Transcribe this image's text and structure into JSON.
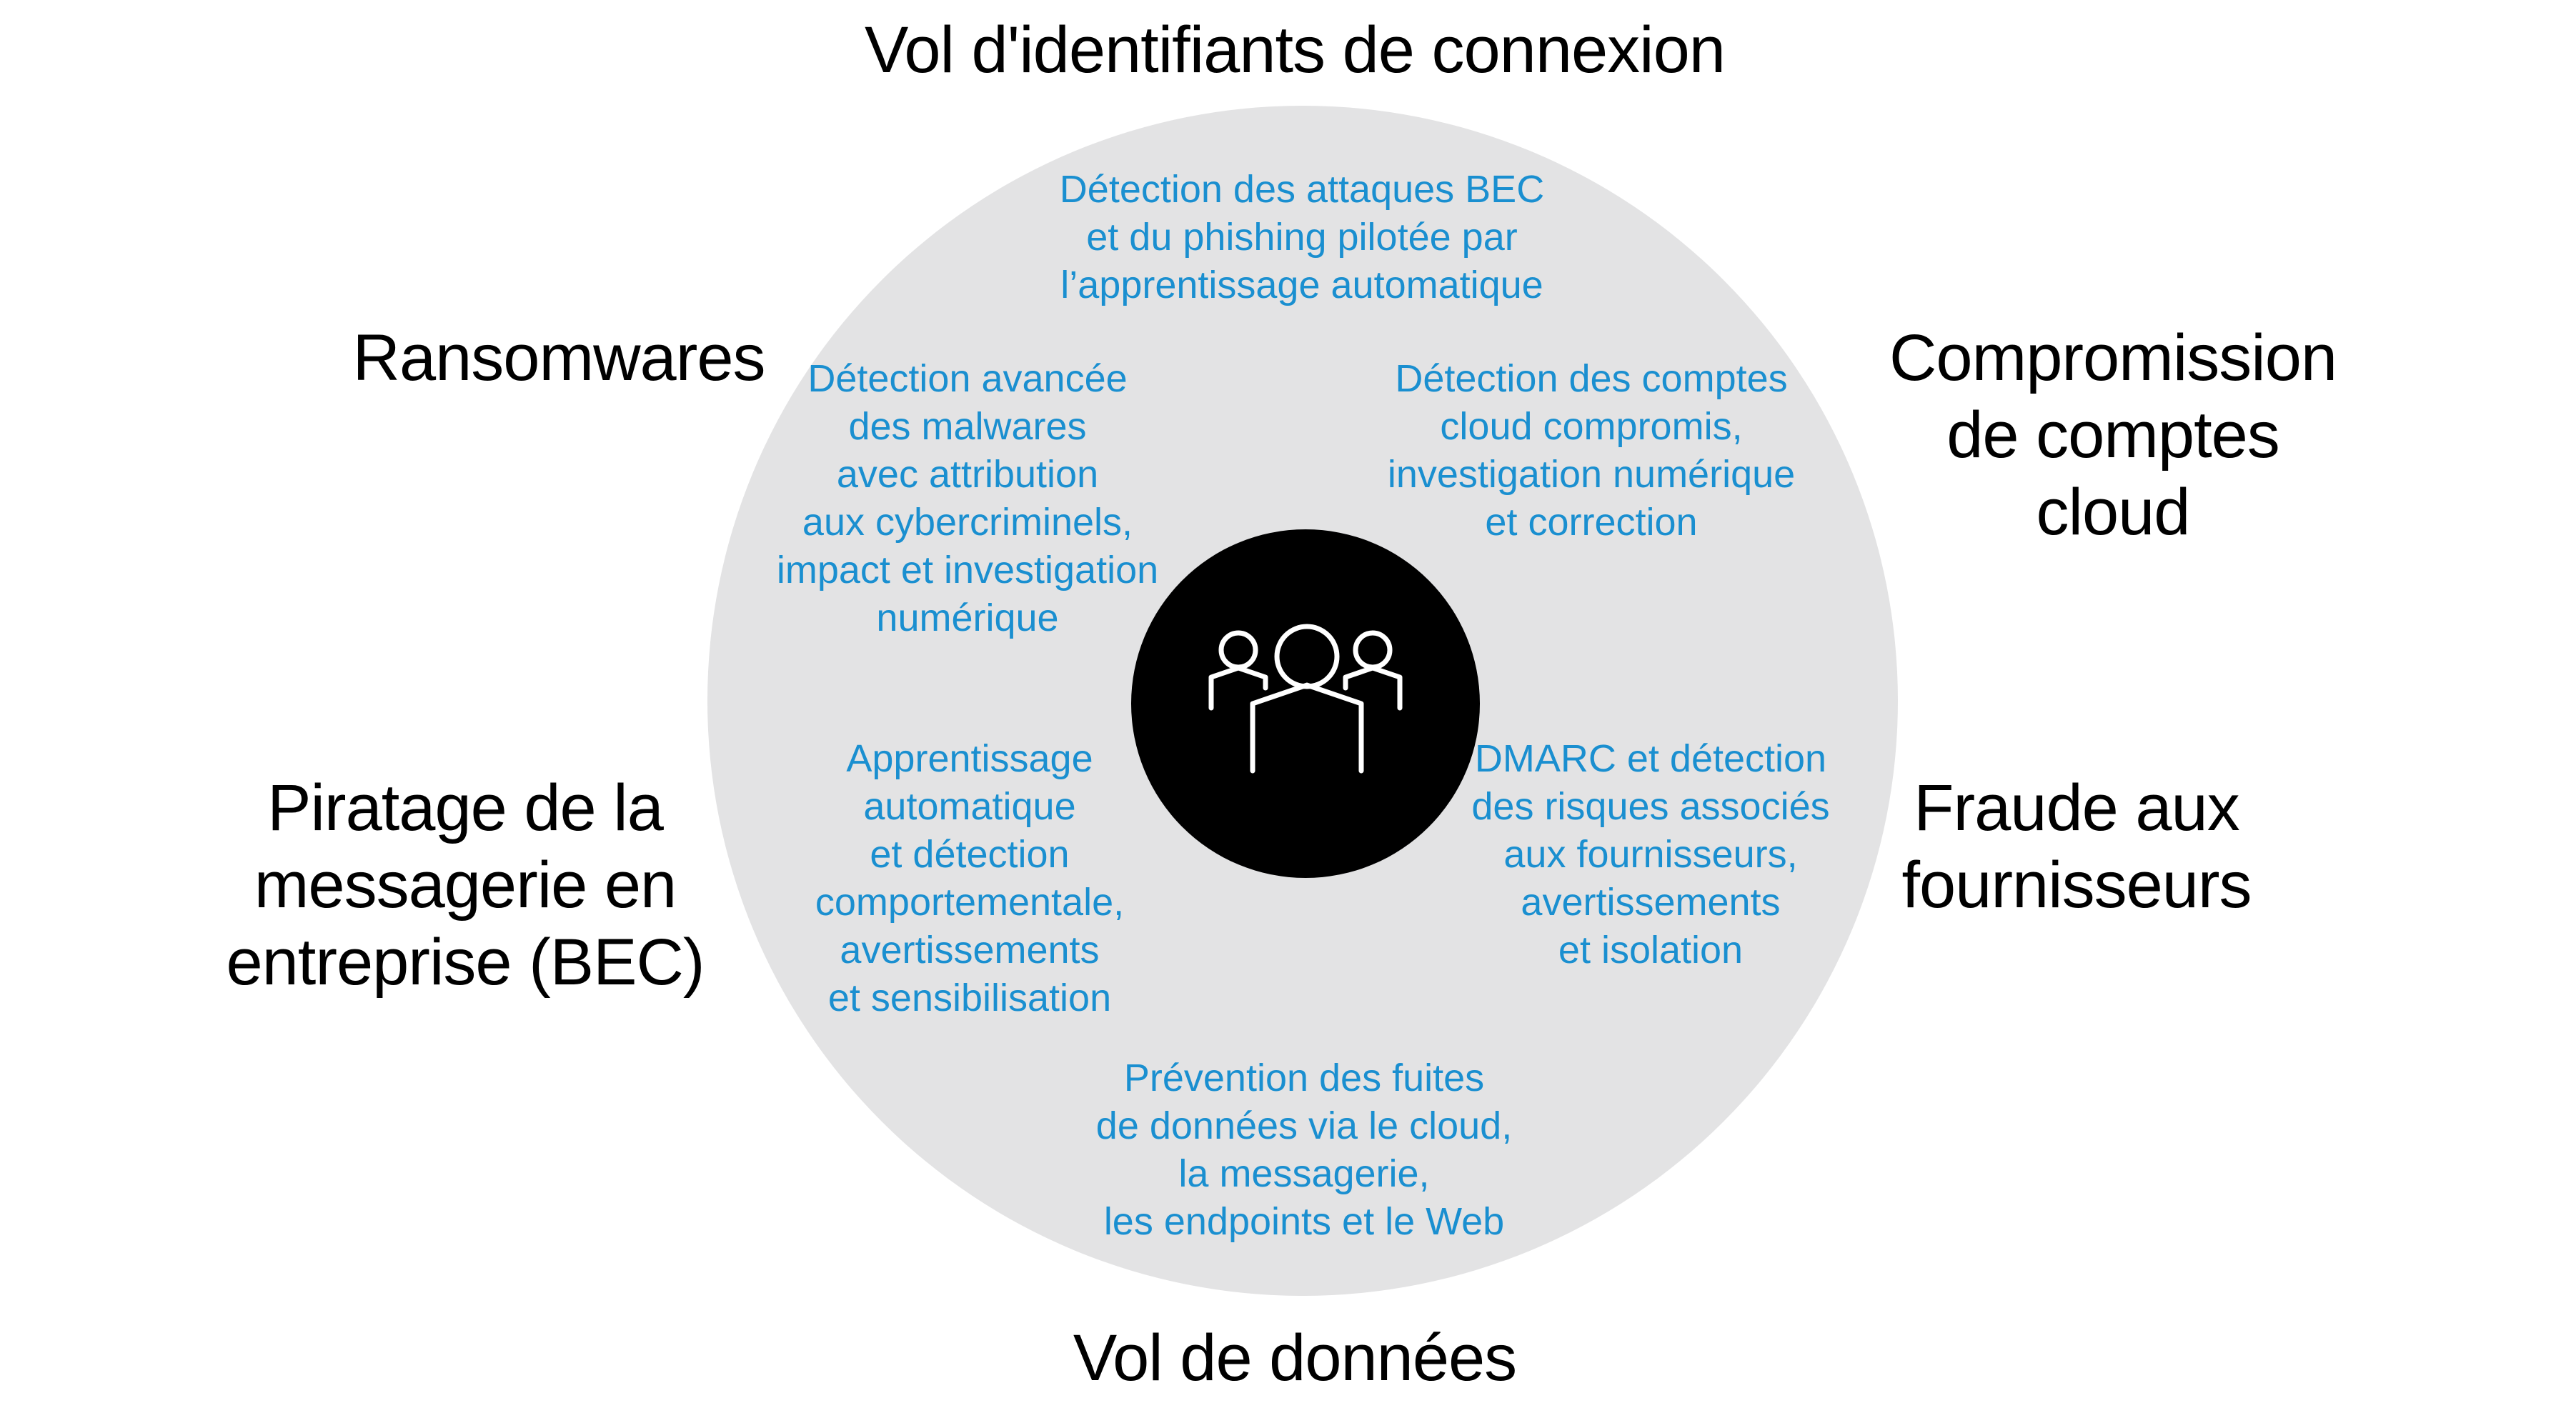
{
  "center_icon": "people-group-icon",
  "colors": {
    "ring": "#e3e3e4",
    "hub": "#000000",
    "threat_text": "#000000",
    "solution_text": "#1a8fd0",
    "icon_stroke": "#ffffff"
  },
  "threats": {
    "top": "Vol d'identifiants de connexion",
    "top_left": "Ransomwares",
    "top_right": "Compromission\nde comptes cloud",
    "bottom_left": "Piratage de la\nmessagerie en\nentreprise (BEC)",
    "bottom_right": "Fraude aux\nfournisseurs",
    "bottom": "Vol de données"
  },
  "solutions": {
    "top": "Détection des attaques BEC\net du phishing pilotée par\nl’apprentissage automatique",
    "top_left": "Détection avancée\ndes malwares\navec attribution\naux cybercriminels,\nimpact et investigation\nnumérique",
    "top_right": "Détection des comptes\ncloud compromis,\ninvestigation numérique\net correction",
    "bottom_left": "Apprentissage\nautomatique\net détection\ncomportementale,\navertissements\net sensibilisation",
    "bottom_right": "DMARC et détection\ndes risques associés\naux fournisseurs,\navertissements\net isolation",
    "bottom": "Prévention des fuites\nde données via le cloud,\nla messagerie,\nles endpoints et le Web"
  }
}
